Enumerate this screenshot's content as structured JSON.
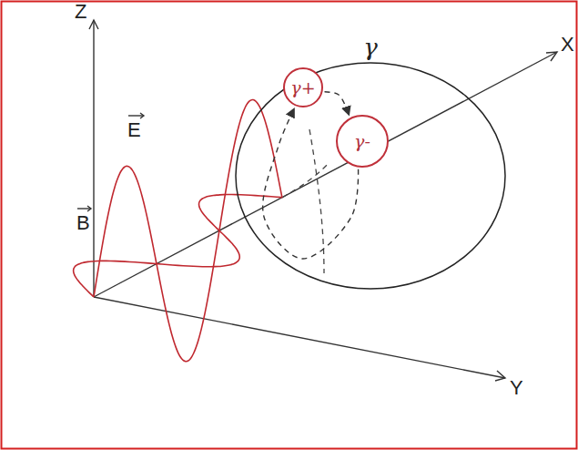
{
  "diagram": {
    "nodes": [
      {
        "text": [
          "γ"
        ]
      },
      {
        "text": [
          "γ+"
        ],
        "in": 0
      },
      {
        "text": [
          "γ-"
        ],
        "in": 0
      }
    ],
    "edges": [
      {
        "from": 1,
        "to": 2,
        "arrow": "to"
      },
      {
        "from": 2,
        "to": 1,
        "arrow": "to"
      }
    ],
    "labels": [
      "Z",
      "X",
      "Y",
      "E",
      "B"
    ]
  }
}
